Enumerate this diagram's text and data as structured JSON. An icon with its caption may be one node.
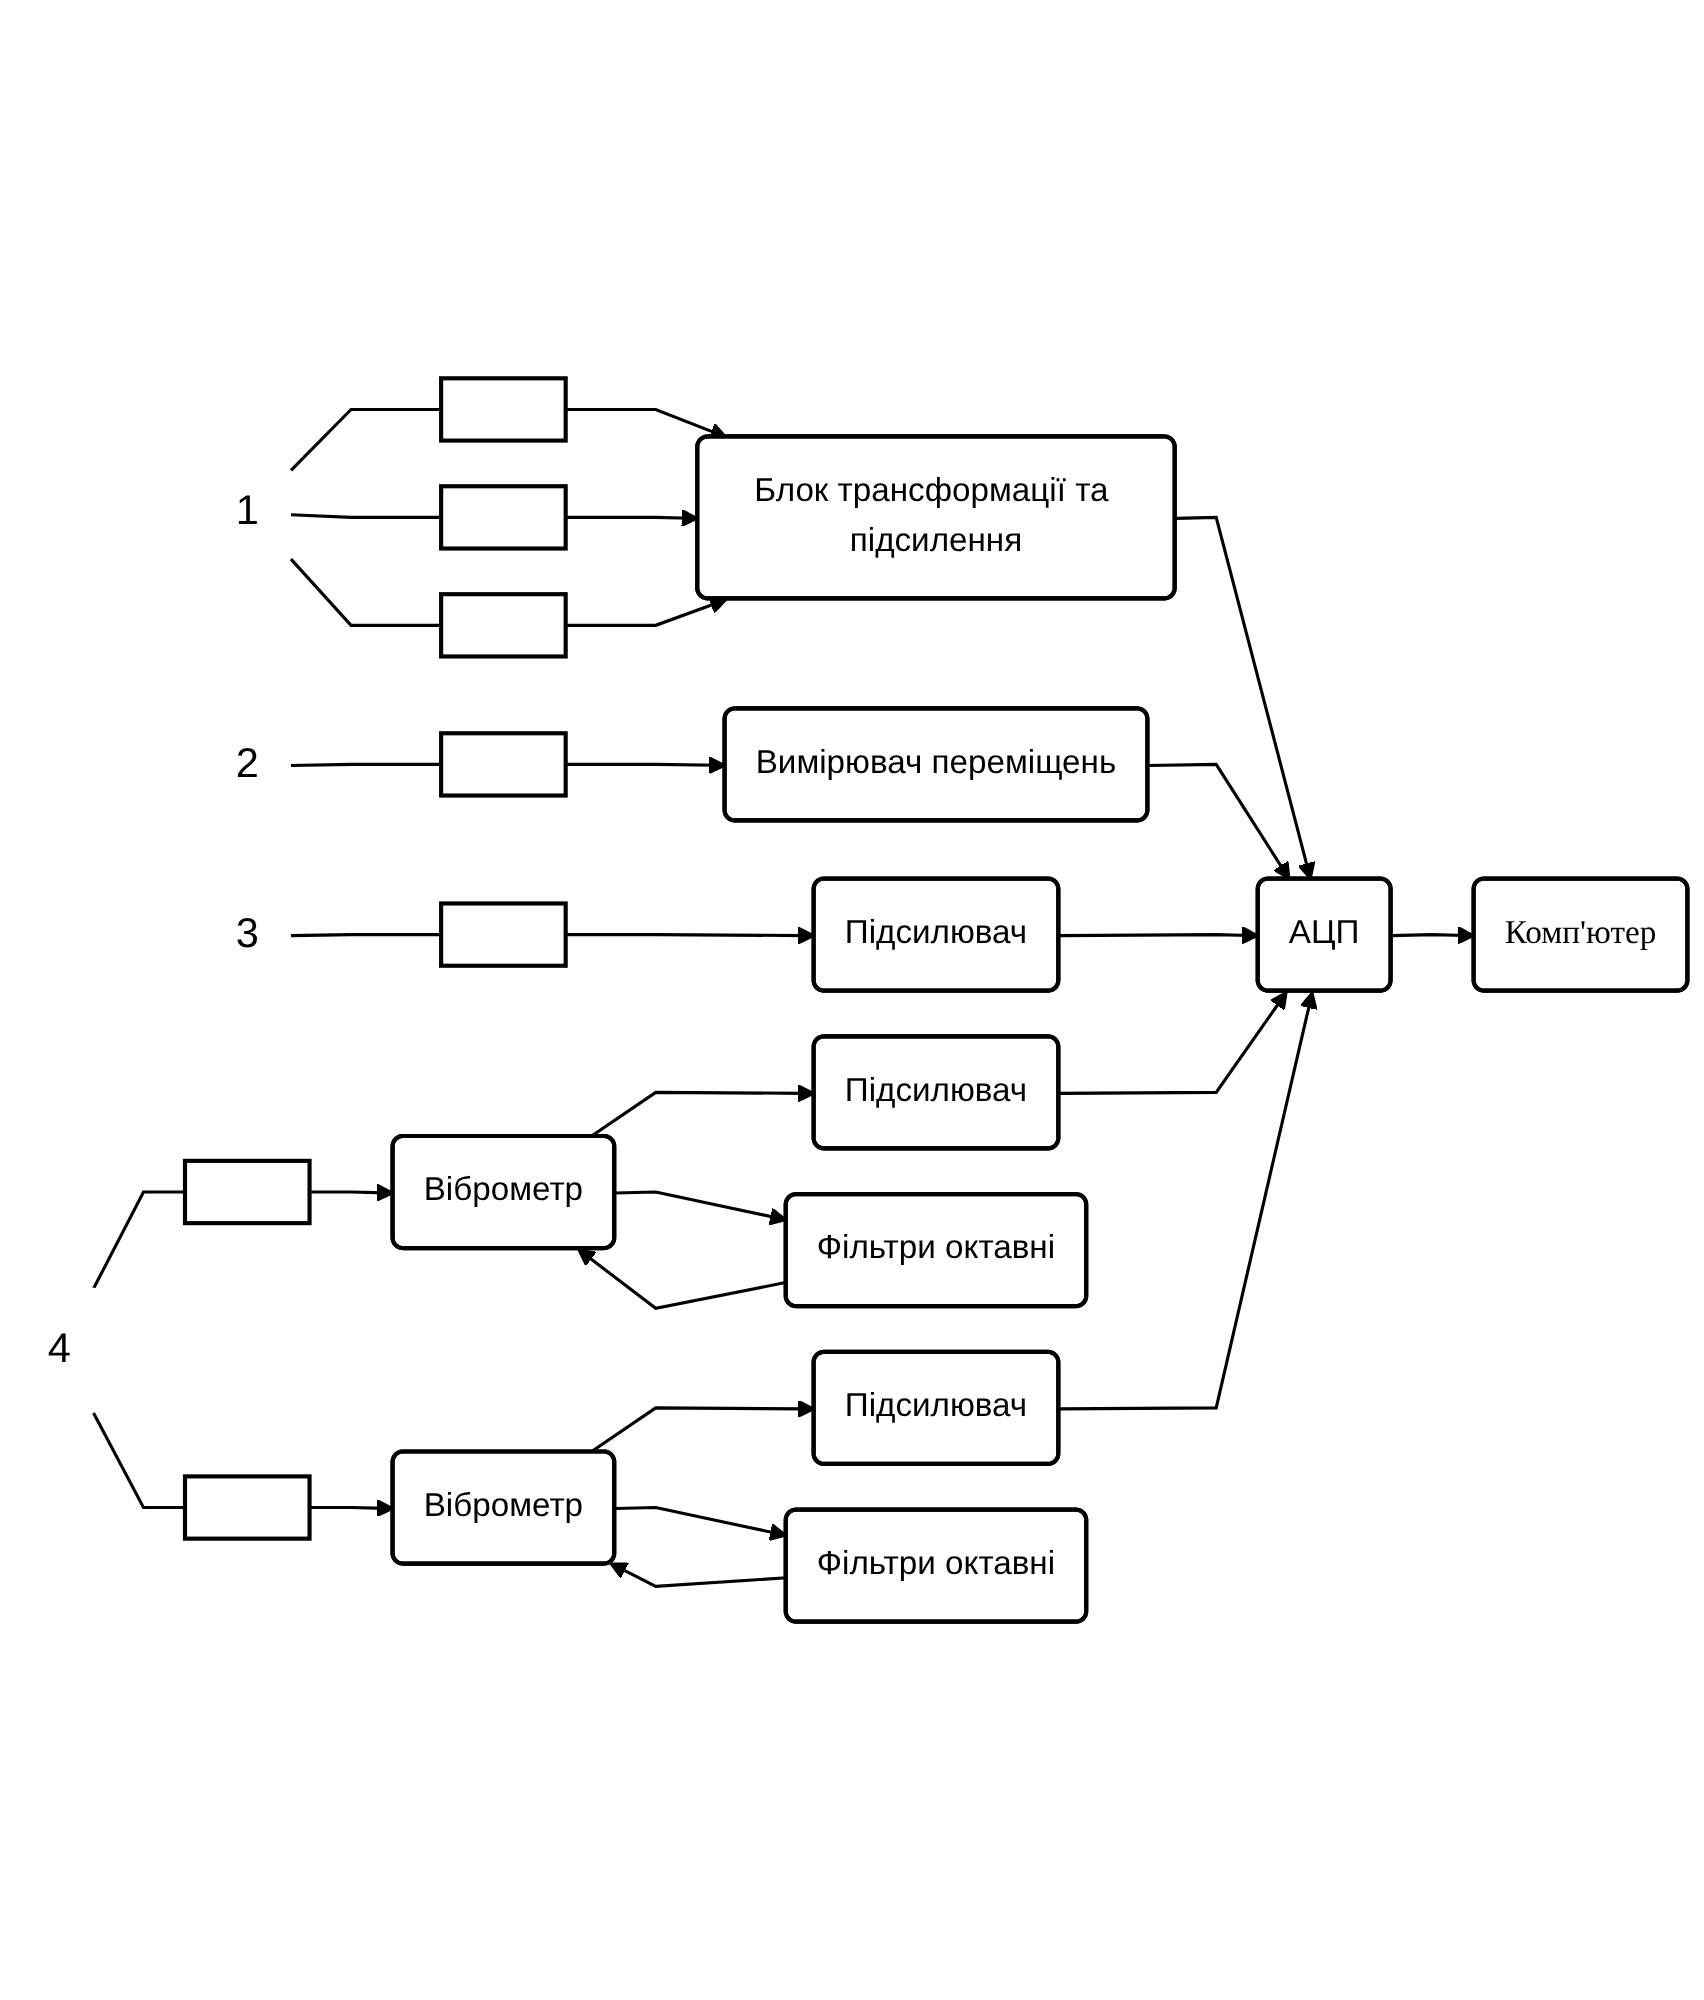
{
  "diagram": {
    "nodes": [
      {
        "text": [
          "1"
        ]
      },
      {
        "text": [],
        "shape": "box"
      },
      {
        "text": [],
        "shape": "box"
      },
      {
        "text": [],
        "shape": "box"
      },
      {
        "text": [
          "Блок трансформації та підсилення"
        ]
      },
      {
        "text": [
          "АЦП"
        ]
      },
      {
        "text": [
          "2"
        ]
      },
      {
        "text": [],
        "shape": "box"
      },
      {
        "text": [
          "Вимірювач переміщень"
        ]
      },
      {
        "text": [
          "3"
        ]
      },
      {
        "text": [],
        "shape": "box"
      },
      {
        "text": [
          "Підсилювач"
        ]
      },
      {
        "text": [],
        "shape": "box"
      },
      {
        "text": [
          "Віброметр"
        ]
      },
      {
        "text": [
          "Підсилювач"
        ]
      },
      {
        "text": [
          "Фільтри октавні"
        ]
      },
      {
        "text": [
          "4"
        ]
      },
      {
        "text": [
          "Комп'ютер"
        ]
      },
      {
        "text": [],
        "shape": "box"
      },
      {
        "text": [
          "Віброметр"
        ]
      },
      {
        "text": [
          "Підсилювач"
        ]
      },
      {
        "text": [
          "Фільтри октавні"
        ]
      }
    ],
    "edges": [
      {
        "from": 0,
        "to": 1,
        "arrow": "none"
      },
      {
        "from": 0,
        "to": 2,
        "arrow": "none"
      },
      {
        "from": 0,
        "to": 3,
        "arrow": "none"
      },
      {
        "from": 1,
        "to": 4,
        "arrow": "to"
      },
      {
        "from": 2,
        "to": 4,
        "arrow": "to"
      },
      {
        "from": 3,
        "to": 4,
        "arrow": "to"
      },
      {
        "from": 4,
        "to": 5,
        "arrow": "to"
      },
      {
        "from": 6,
        "to": 7,
        "arrow": "none"
      },
      {
        "from": 7,
        "to": 8,
        "arrow": "to"
      },
      {
        "from": 8,
        "to": 5,
        "arrow": "to"
      },
      {
        "from": 9,
        "to": 10,
        "arrow": "none"
      },
      {
        "from": 10,
        "to": 11,
        "arrow": "to"
      },
      {
        "from": 11,
        "to": 5,
        "arrow": "to"
      },
      {
        "from": 12,
        "to": 13,
        "arrow": "to"
      },
      {
        "from": 13,
        "to": 14,
        "arrow": "to"
      },
      {
        "from": 14,
        "to": 5,
        "arrow": "to"
      },
      {
        "from": 13,
        "to": 15,
        "arrow": "to"
      },
      {
        "from": 15,
        "to": 13,
        "arrow": "to"
      },
      {
        "from": 16,
        "to": 12,
        "arrow": "none"
      },
      {
        "from": 16,
        "to": 18,
        "arrow": "none"
      },
      {
        "from": 18,
        "to": 19,
        "arrow": "to"
      },
      {
        "from": 19,
        "to": 20,
        "arrow": "to"
      },
      {
        "from": 20,
        "to": 5,
        "arrow": "to"
      },
      {
        "from": 19,
        "to": 21,
        "arrow": "to"
      },
      {
        "from": 21,
        "to": 19,
        "arrow": "to"
      },
      {
        "from": 5,
        "to": 17,
        "arrow": "to"
      }
    ]
  }
}
